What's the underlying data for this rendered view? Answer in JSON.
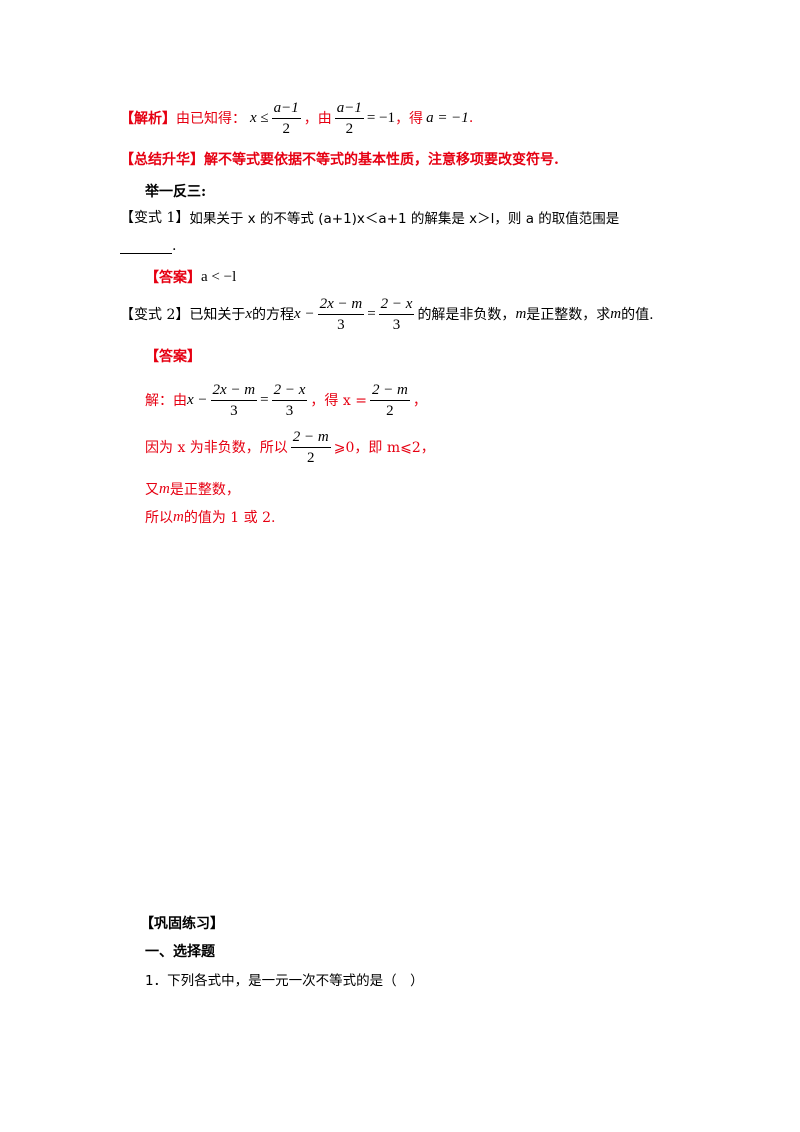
{
  "analysis": {
    "label": "【解析】",
    "text1": "由已知得：",
    "frac1_num": "a−1",
    "frac1_den": "2",
    "text2": "，由",
    "frac2_num": "a−1",
    "frac2_den": "2",
    "eq2_rhs": "= −1",
    "text3": "，得",
    "result": "a = −1",
    "end": "."
  },
  "summary": {
    "label": "【总结升华】",
    "text": "解不等式要依据不等式的基本性质，注意移项要改变符号."
  },
  "section_title": "举一反三:",
  "variant1": {
    "label": "【变式 1】",
    "text": "如果关于 x 的不等式 (a+1)x＜a+1 的解集是 x＞l，则 a 的取值范围是",
    "end": "."
  },
  "answer1": {
    "label": "【答案】",
    "value": "a < −l"
  },
  "variant2": {
    "label": "【变式 2】",
    "text1": "已知关于",
    "var_x": "x",
    "text2": "的方程",
    "frac_a_num": "2x − m",
    "frac_a_den": "3",
    "frac_b_num": "2 − x",
    "frac_b_den": "3",
    "text3": "的解是非负数，",
    "var_m": "m",
    "text4": "是正整数，求",
    "text5": "的值."
  },
  "answer2": {
    "label": "【答案】",
    "sol_prefix": "解：由",
    "sol_mid": "，得 x =",
    "frac_c_num": "2 − m",
    "frac_c_den": "2",
    "sol_end": "，",
    "line2_a": "因为 x 为非负数，所以",
    "line2_b": "⩾0，即 m⩽2，",
    "line3_a": "又",
    "line3_b": "是正整数，",
    "line4_a": "所以",
    "line4_b": "的值为 1 或 2."
  },
  "practice": {
    "title": "【巩固练习】",
    "section": "一、选择题",
    "q1": "1．下列各式中，是一元一次不等式的是（　）"
  }
}
